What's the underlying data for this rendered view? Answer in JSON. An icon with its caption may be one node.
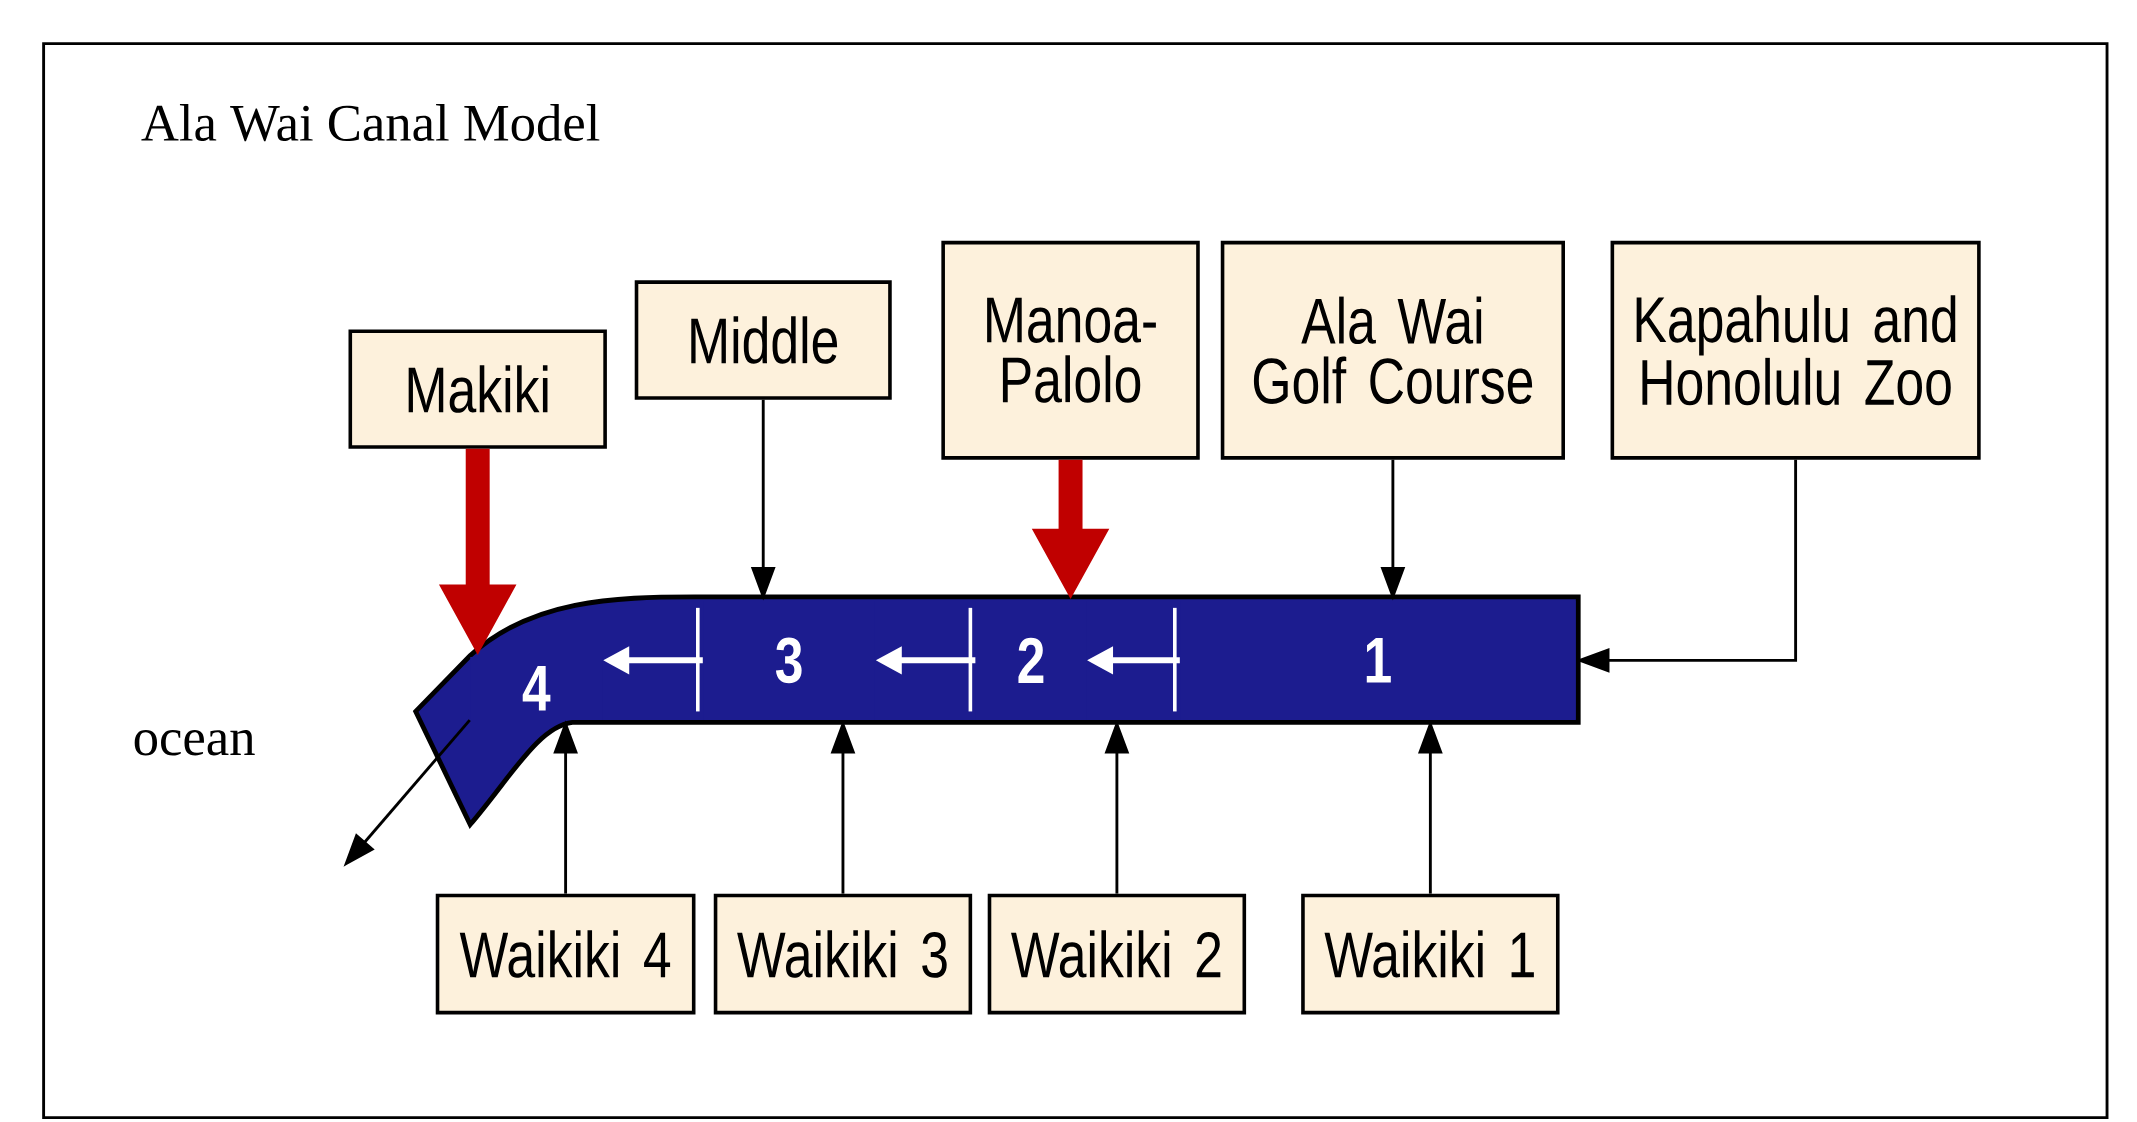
{
  "diagram": {
    "title": "Ala Wai Canal Model",
    "nodes": [
      {
        "text": [
          "Makiki"
        ]
      },
      {
        "text": [
          "Middle"
        ]
      },
      {
        "text": [
          "Manoa-Palolo"
        ]
      },
      {
        "text": [
          "Ala Wai Golf Course"
        ]
      },
      {
        "text": [
          "Kapahulu and Honolulu Zoo"
        ]
      },
      {
        "text": [
          "4"
        ]
      },
      {
        "text": [
          "3"
        ]
      },
      {
        "text": [
          "2"
        ]
      },
      {
        "text": [
          "1"
        ]
      },
      {
        "text": [
          "Waikiki 4"
        ]
      },
      {
        "text": [
          "Waikiki 3"
        ]
      },
      {
        "text": [
          "Waikiki 2"
        ]
      },
      {
        "text": [
          "Waikiki 1"
        ]
      }
    ],
    "edges": [
      {
        "from": 0,
        "to": 5,
        "arrow": "to",
        "style": "thick",
        "color": "#c00000"
      },
      {
        "from": 1,
        "to": 6,
        "arrow": "to"
      },
      {
        "from": 2,
        "to": 7,
        "arrow": "to",
        "style": "thick",
        "color": "#c00000"
      },
      {
        "from": 3,
        "to": 8,
        "arrow": "to"
      },
      {
        "from": 4,
        "to": 8,
        "arrow": "to"
      },
      {
        "from": 9,
        "to": 5,
        "arrow": "to"
      },
      {
        "from": 10,
        "to": 6,
        "arrow": "to"
      },
      {
        "from": 11,
        "to": 7,
        "arrow": "to"
      },
      {
        "from": 12,
        "to": 8,
        "arrow": "to"
      },
      {
        "from": 8,
        "to": 7,
        "arrow": "to",
        "color": "#ffffff"
      },
      {
        "from": 7,
        "to": 6,
        "arrow": "to",
        "color": "#ffffff"
      },
      {
        "from": 6,
        "to": 5,
        "arrow": "to",
        "color": "#ffffff"
      },
      {
        "from": 5,
        "to": null,
        "arrow": "to"
      }
    ],
    "labels": [
      "ocean"
    ]
  }
}
